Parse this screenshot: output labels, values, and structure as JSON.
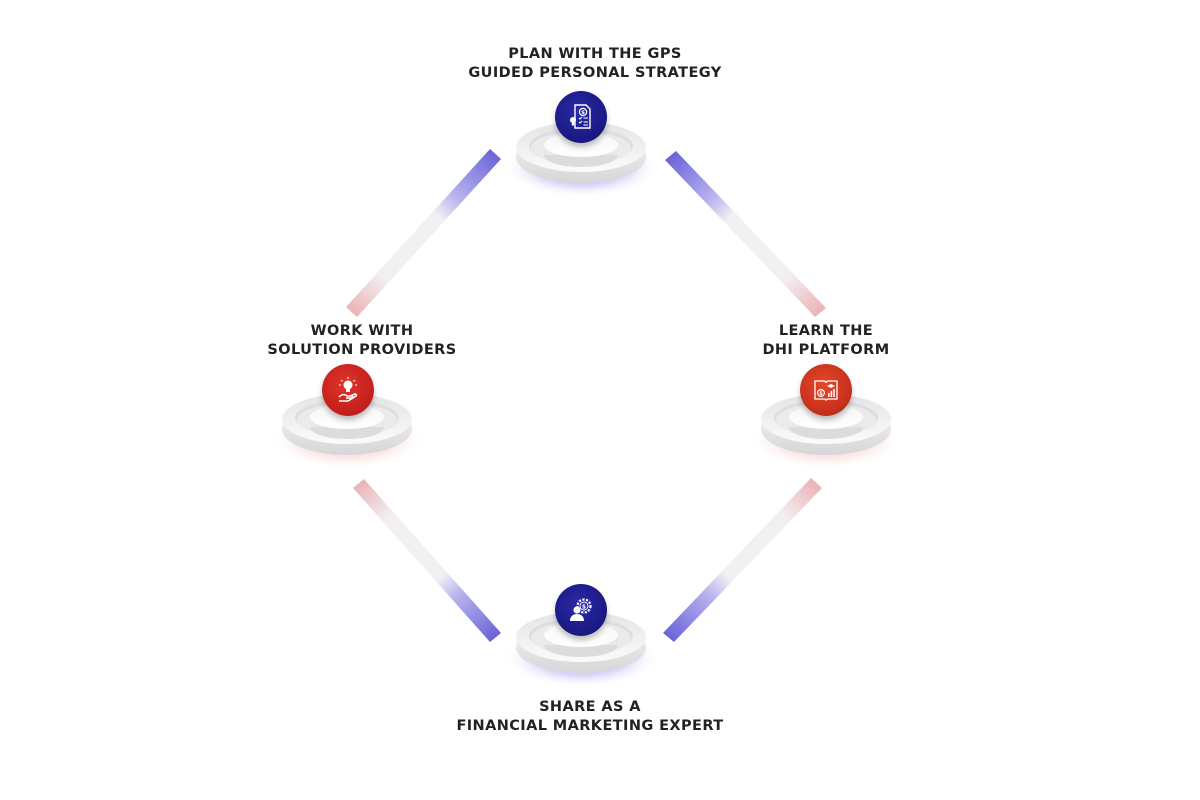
{
  "diagram": {
    "type": "cycle",
    "nodes": [
      {
        "id": "plan",
        "title_lines": [
          "PLAN WITH THE GPS",
          "GUIDED PERSONAL STRATEGY"
        ],
        "icon": "financial-plan-document-icon",
        "badge_color": "#1c1b86",
        "glow_color": "#6b62e0"
      },
      {
        "id": "learn",
        "title_lines": [
          "LEARN THE",
          "DHI PLATFORM"
        ],
        "icon": "education-finance-book-icon",
        "badge_color": "#c9321c",
        "glow_color": "#ef8a8a"
      },
      {
        "id": "share",
        "title_lines": [
          "SHARE AS A",
          "FINANCIAL MARKETING EXPERT"
        ],
        "icon": "finance-expert-gear-icon",
        "badge_color": "#1c1b86",
        "glow_color": "#6b62e0"
      },
      {
        "id": "work",
        "title_lines": [
          "WORK WITH",
          "SOLUTION PROVIDERS"
        ],
        "icon": "idea-hand-lightbulb-icon",
        "badge_color": "#c7221e",
        "glow_color": "#ef8a8a"
      }
    ],
    "connectors": [
      {
        "from": "plan",
        "to": "learn"
      },
      {
        "from": "learn",
        "to": "share"
      },
      {
        "from": "share",
        "to": "work"
      },
      {
        "from": "work",
        "to": "plan"
      }
    ],
    "colors": {
      "blue_accent": "#6860d8",
      "red_accent": "#eaa0a4",
      "text": "#222222",
      "platform": "#f2f2f2"
    }
  }
}
